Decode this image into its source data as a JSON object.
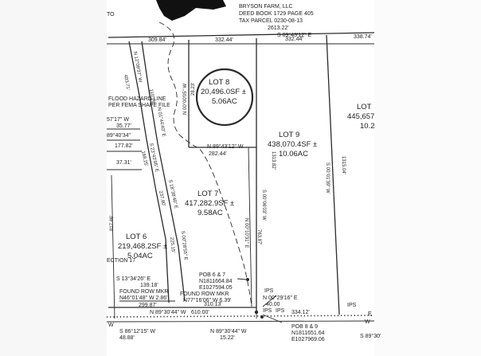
{
  "header": {
    "owner": "BRYSON FARM, LLC",
    "deed": "DEED BOOK 1729 PAGE 405",
    "parcel": "TAX PARCEL 0230-08-13",
    "distance": "2613.22'",
    "bearing_top": "S 89°43'12\" E",
    "to_fragment": "TO"
  },
  "top_distances": {
    "d1": "309.84'",
    "d2": "332.44'",
    "d3": "332.44'",
    "d4": "338.74'"
  },
  "lots": {
    "lot8": {
      "title": "LOT 8",
      "area_sf": "20,496.0SF ±",
      "area_ac": "5.06AC"
    },
    "lot9": {
      "title": "LOT 9",
      "area_sf": "438,070.4SF ±",
      "area_ac": "10.06AC"
    },
    "lot7": {
      "title": "LOT 7",
      "area_sf": "417,282.9SF ±",
      "area_ac": "9.58AC"
    },
    "lot6": {
      "title": "LOT 6",
      "area_sf": "219,468.2SF ±",
      "area_ac": "5.04AC"
    },
    "lot_right": {
      "title": "LOT",
      "area_sf": "445,657",
      "area_ac": "10.2"
    }
  },
  "flood_label": {
    "line1": "FLOOD HAZARD LINE",
    "line2": "PER FEMA SHAPE FILE"
  },
  "section_label": "ECTION 17",
  "interior_calls": {
    "lot8_north_line": "N 89°43'12\" W",
    "lot8_north_dist": "282.44'",
    "lot8_west_call": "N 00°00'05\" W",
    "lot8_west_dist": "28.23'",
    "lot9_west_call": "S 00°06'03\" W",
    "lot9_west_dist": "1313.82'",
    "lot9_east_call": "S 00°01'39\" W",
    "lot9_east_dist": "1315.04'",
    "lot7_east_call": "N 00°10'31\" E",
    "lot7_east_dist": "763.87'"
  },
  "stream_calls": {
    "c1": "N 12°09'37\" W",
    "c1d": "403.71'",
    "c2": "N 01°44'40\" E",
    "c2d": "110.16'",
    "c3": "S 23°43'05\" E",
    "c3d": "168.25'",
    "c4": "S 18°38'40\" E",
    "c4d": "237.80'",
    "c5": "S 00°28'55\" E",
    "c5d": "225.15'"
  },
  "left_calls": {
    "a1": "57'17\" W",
    "a1d": "35.77'",
    "a2": "89°40'34\"",
    "a3": "177.82'",
    "a4": "37.31'",
    "a5": "817.46'"
  },
  "bottom_calls": {
    "b1": "S 13°34'26\" E",
    "b1d": "139.18'",
    "found1": "FOUND ROW MKR",
    "b2": "N46°01'48\" W 2.86'",
    "b3": "299.87'",
    "b4": "N 89°30'44\" W",
    "b5": "610.00'",
    "b6": "310.13'",
    "pob1": "POB 6 & 7",
    "pob1_n": "N1811664.84",
    "pob1_e": "E1027594.05",
    "found2": "FOUND ROW MKR",
    "b7": "N77°16'06\" W 6.39'",
    "ips1": "IPS",
    "c6": "N 00°29'16\" E",
    "c6d": "40.00",
    "ips2": "IPS",
    "ips3": "IPS",
    "b8": "334.12'",
    "ips4": "IPS",
    "b9": "N 89°30'44\" W",
    "b9d": "15.22'",
    "pob2": "POB 8 & 9",
    "pob2_n": "N1811651.64",
    "pob2_e": "E1027969.06",
    "b10": "S 86°12'15\" W",
    "b10d": "48.88'",
    "b11": "S 89°30'",
    "w1": "W",
    "w2": "W",
    "partial": "E"
  },
  "colors": {
    "ink": "#2a2a2a",
    "paper": "#ffffff",
    "tree": "#111111"
  }
}
